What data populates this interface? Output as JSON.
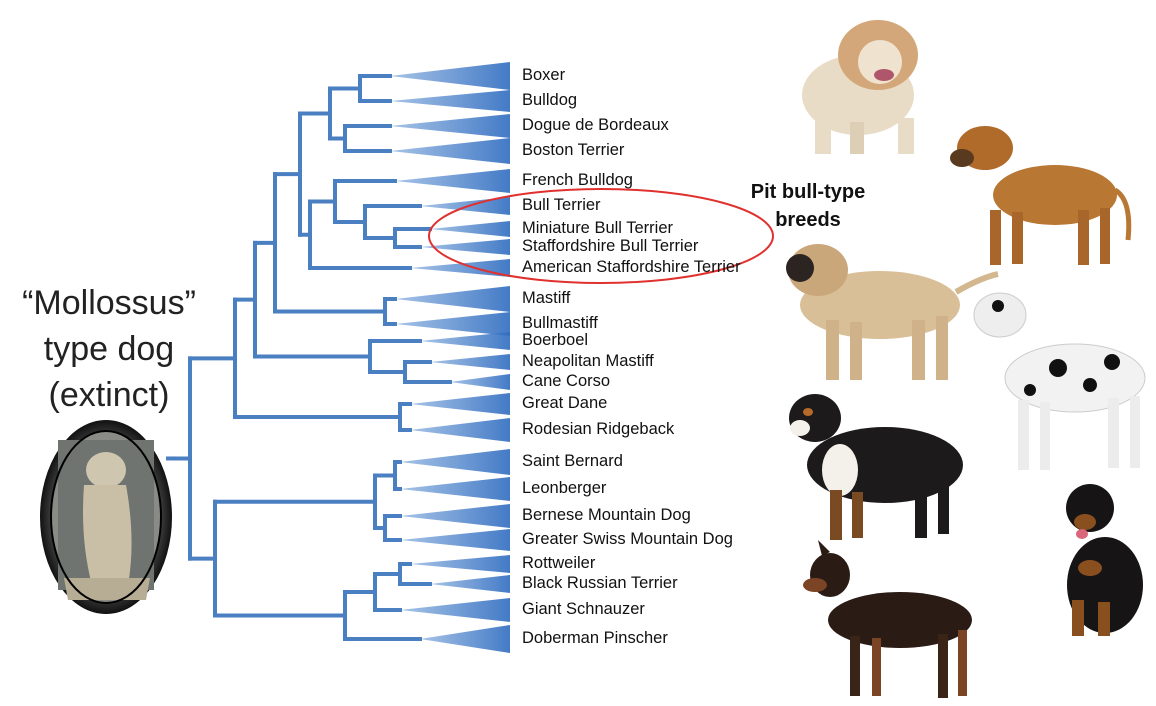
{
  "ancestor": {
    "lines": [
      "“Mollossus”",
      "type dog",
      "(extinct)"
    ],
    "statue_icon": "mollossus-statue-icon"
  },
  "highlight": {
    "label_lines": [
      "Pit bull-type",
      "breeds"
    ],
    "color": "#e0312e"
  },
  "tree_color": "#4a7fc1",
  "breeds": [
    "Boxer",
    "Bulldog",
    "Dogue de Bordeaux",
    "Boston Terrier",
    "French Bulldog",
    "Bull Terrier",
    "Miniature Bull Terrier",
    "Staffordshire Bull Terrier",
    "American Staffordshire Terrier",
    "Mastiff",
    "Bullmastiff",
    "Boerboel",
    "Neapolitan Mastiff",
    "Cane Corso",
    "Great Dane",
    "Rodesian Ridgeback",
    "Saint Bernard",
    "Leonberger",
    "Bernese Mountain Dog",
    "Greater Swiss Mountain Dog",
    "Rottweiler",
    "Black Russian Terrier",
    "Giant Schnauzer",
    "Doberman  Pinscher"
  ],
  "dog_photos": [
    "bulldog-photo-icon",
    "staffordshire-photo-icon",
    "mastiff-photo-icon",
    "great-dane-photo-icon",
    "bernese-photo-icon",
    "rottweiler-photo-icon",
    "doberman-photo-icon"
  ]
}
